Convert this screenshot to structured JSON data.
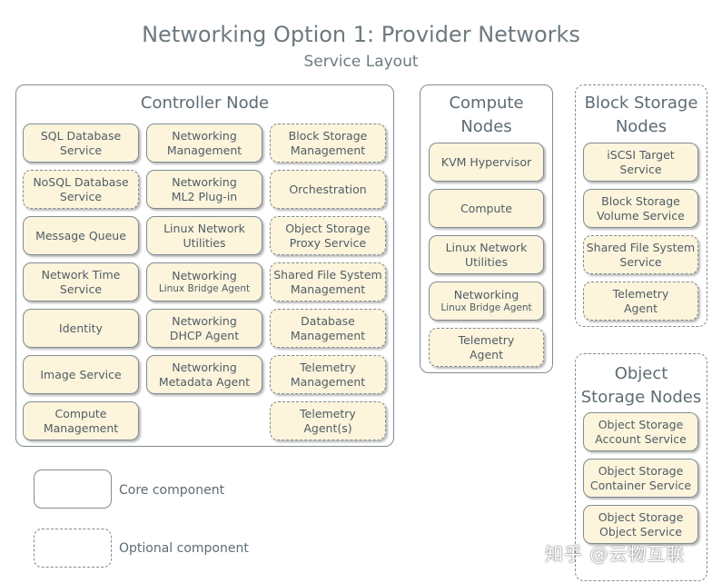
{
  "title": "Networking Option 1: Provider Networks",
  "subtitle": "Service Layout",
  "controller": {
    "title": "Controller Node",
    "nodes": [
      {
        "lines": [
          "SQL Database",
          "Service"
        ]
      },
      {
        "lines": [
          "Networking",
          "Management"
        ]
      },
      {
        "lines": [
          "Block Storage",
          "Management"
        ]
      },
      {
        "lines": [
          "NoSQL Database",
          "Service"
        ]
      },
      {
        "lines": [
          "Networking",
          "ML2 Plug-in"
        ]
      },
      {
        "lines": [
          "Orchestration"
        ]
      },
      {
        "lines": [
          "Message Queue"
        ]
      },
      {
        "lines": [
          "Linux Network",
          "Utilities"
        ]
      },
      {
        "lines": [
          "Object Storage",
          "Proxy Service"
        ]
      },
      {
        "lines": [
          "Network Time",
          "Service"
        ]
      },
      {
        "lines": [
          "Networking",
          "Linux Bridge Agent"
        ]
      },
      {
        "lines": [
          "Shared File System",
          "Management"
        ]
      },
      {
        "lines": [
          "Identity"
        ]
      },
      {
        "lines": [
          "Networking",
          "DHCP Agent"
        ]
      },
      {
        "lines": [
          "Database",
          "Management"
        ]
      },
      {
        "lines": [
          "Image Service"
        ]
      },
      {
        "lines": [
          "Networking",
          "Metadata Agent"
        ]
      },
      {
        "lines": [
          "Telemetry",
          "Management"
        ]
      },
      {
        "lines": [
          "Compute",
          "Management"
        ]
      },
      {
        "lines": [
          "Telemetry",
          "Agent(s)"
        ]
      }
    ]
  },
  "compute": {
    "title_lines": [
      "Compute",
      "Nodes"
    ],
    "nodes": [
      {
        "lines": [
          "KVM Hypervisor"
        ]
      },
      {
        "lines": [
          "Compute"
        ]
      },
      {
        "lines": [
          "Linux Network",
          "Utilities"
        ]
      },
      {
        "lines": [
          "Networking",
          "Linux Bridge Agent"
        ]
      },
      {
        "lines": [
          "Telemetry",
          "Agent"
        ]
      }
    ]
  },
  "block": {
    "title_lines": [
      "Block Storage",
      "Nodes"
    ],
    "nodes": [
      {
        "lines": [
          "iSCSI Target",
          "Service"
        ]
      },
      {
        "lines": [
          "Block Storage",
          "Volume Service"
        ]
      },
      {
        "lines": [
          "Shared File System",
          "Service"
        ]
      },
      {
        "lines": [
          "Telemetry",
          "Agent"
        ]
      }
    ]
  },
  "object": {
    "title_lines": [
      "Object",
      "Storage Nodes"
    ],
    "nodes": [
      {
        "lines": [
          "Object Storage",
          "Account Service"
        ]
      },
      {
        "lines": [
          "Object Storage",
          "Container Service"
        ]
      },
      {
        "lines": [
          "Object Storage",
          "Object Service"
        ]
      }
    ]
  },
  "legend": {
    "core": "Core component",
    "optional": "Optional component"
  },
  "watermark": "知乎 @云物互联"
}
